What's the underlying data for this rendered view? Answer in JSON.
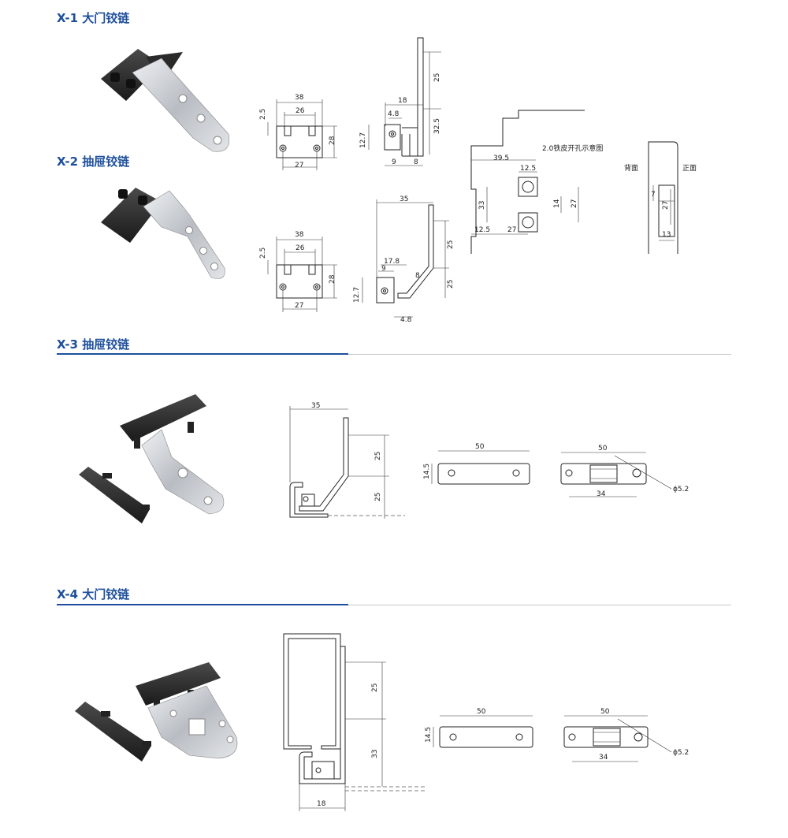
{
  "sections": {
    "x1": {
      "title": "X-1 大门铰链"
    },
    "x2": {
      "title": "X-2 抽屉铰链"
    },
    "x3": {
      "title": "X-3 抽屉铰链"
    },
    "x4": {
      "title": "X-4 大门铰链"
    }
  },
  "x1_front": {
    "w": "38",
    "inner": "26",
    "hole": "27",
    "h": "28",
    "off": "2.5"
  },
  "x1_side": {
    "arm": "18",
    "d1": "4.8",
    "h": "12.7",
    "a": "9",
    "b": "8",
    "u": "25",
    "l": "32.5"
  },
  "x2_front": {
    "w": "38",
    "inner": "26",
    "hole": "27",
    "h": "28",
    "off": "2.5"
  },
  "x2_side": {
    "w": "35",
    "a": "17.8",
    "b": "9",
    "c": "8",
    "h": "12.7",
    "d": "4.8",
    "u": "25",
    "l": "25"
  },
  "cutout": {
    "title": "2.0铁皮开孔示意图",
    "w": "39.5",
    "dia": "12.5",
    "h": "33",
    "gap": "14",
    "t": "27",
    "l": "12.5",
    "m": "27"
  },
  "side_view": {
    "back": "背面",
    "front": "正面",
    "a": "7",
    "b": "27",
    "c": "13"
  },
  "x3_side": {
    "w": "35",
    "u": "25",
    "l": "25"
  },
  "x3_plate": {
    "w": "50",
    "h": "14.5"
  },
  "x3_plate2": {
    "w": "50",
    "hs": "34",
    "dia": "ϕ5.2"
  },
  "x4_side": {
    "u": "25",
    "l": "33",
    "w": "18"
  },
  "x4_plate": {
    "w": "50",
    "h": "14.5"
  },
  "x4_plate2": {
    "w": "50",
    "hs": "34",
    "dia": "ϕ5.2"
  },
  "colors": {
    "title": "#1d4f9c",
    "rule": "#c8c8c8",
    "dark_part": "#2a2a2a",
    "metal": "#c9ccd1"
  }
}
